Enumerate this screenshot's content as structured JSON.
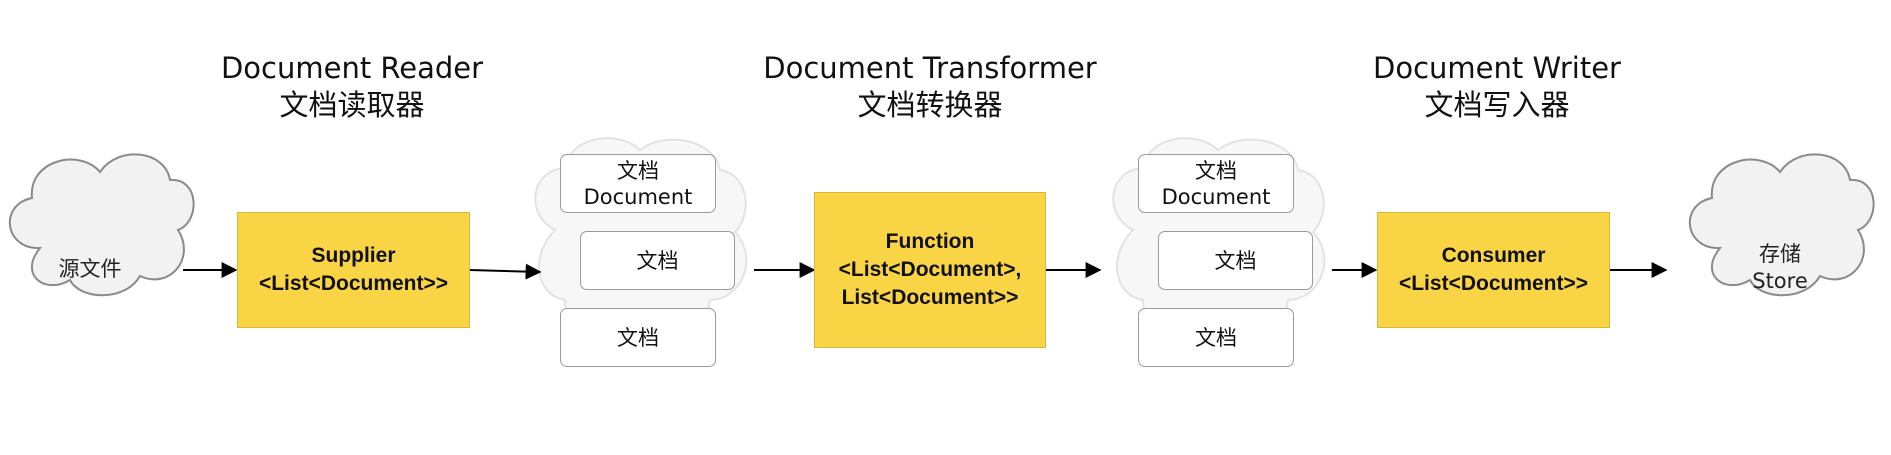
{
  "stages": {
    "reader": {
      "title_en": "Document Reader",
      "title_zh": "文档读取器",
      "line1": "Supplier",
      "line2": "<List<Document>>"
    },
    "transformer": {
      "title_en": "Document Transformer",
      "title_zh": "文档转换器",
      "line1": "Function",
      "line2": "<List<Document>,",
      "line3": "List<Document>>"
    },
    "writer": {
      "title_en": "Document Writer",
      "title_zh": "文档写入器",
      "line1": "Consumer",
      "line2": "<List<Document>>"
    }
  },
  "source": {
    "label": "源文件"
  },
  "store": {
    "line1": "存储",
    "line2": "Store"
  },
  "doc_groups": [
    {
      "first_zh": "文档",
      "first_en": "Document",
      "second": "文档",
      "third": "文档"
    },
    {
      "first_zh": "文档",
      "first_en": "Document",
      "second": "文档",
      "third": "文档"
    }
  ],
  "colors": {
    "yellow_box": "#f9d445",
    "cloud_fill": "#f2f2f2",
    "cloud_stroke": "#8a8a8a",
    "arrow": "#000000"
  }
}
